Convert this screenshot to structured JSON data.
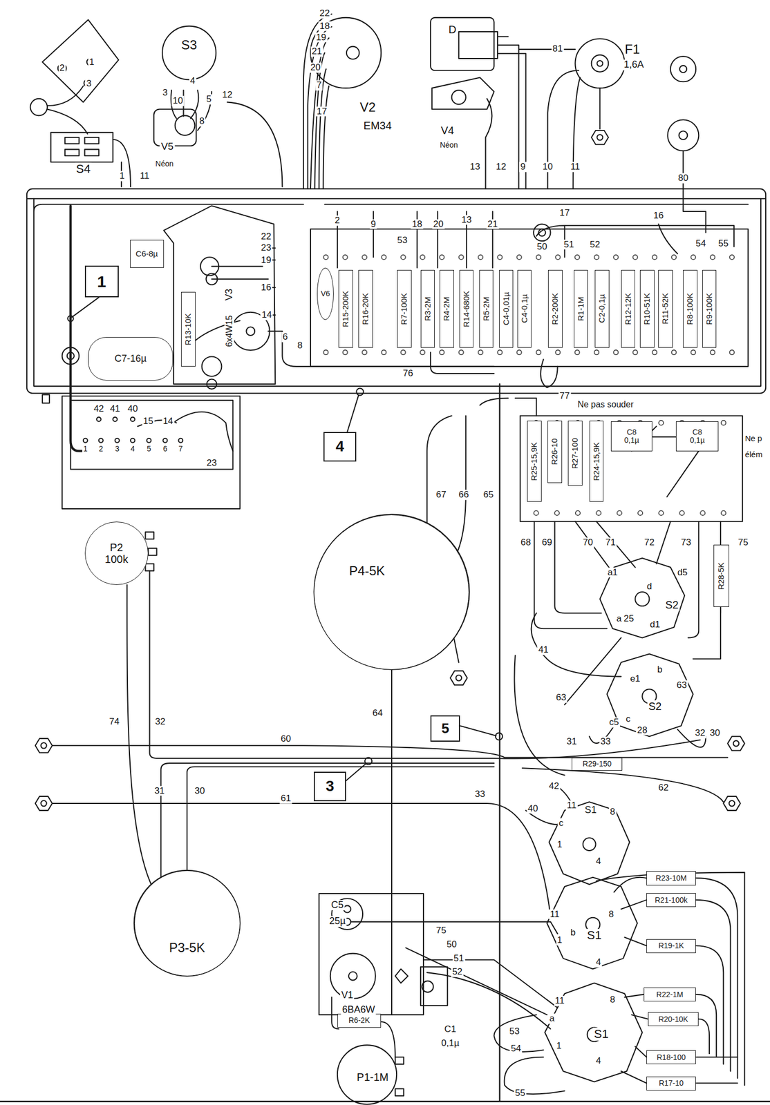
{
  "diagram": {
    "nodes": [
      {
        "text": [
          "1"
        ]
      },
      {
        "text": [
          "C6-8µ"
        ]
      },
      {
        "text": [
          "R13-10K"
        ]
      },
      {
        "text": [
          "C7-16µ"
        ]
      },
      {
        "text": [
          "V6"
        ]
      },
      {
        "text": [
          "R15-200K"
        ]
      },
      {
        "text": [
          "R16-20K"
        ]
      },
      {
        "text": [
          "R7-100K"
        ]
      },
      {
        "text": [
          "R3-2M"
        ]
      },
      {
        "text": [
          "R4-2M"
        ]
      },
      {
        "text": [
          "R14-680K"
        ]
      },
      {
        "text": [
          "R5-2M"
        ]
      },
      {
        "text": [
          "C4-0,01µ"
        ]
      },
      {
        "text": [
          "C4-0,1µ"
        ]
      },
      {
        "text": [
          "R2-200K"
        ]
      },
      {
        "text": [
          "R1-1M"
        ]
      },
      {
        "text": [
          "C2-0,1µ"
        ]
      },
      {
        "text": [
          "R12-12K"
        ]
      },
      {
        "text": [
          "R10-51K"
        ]
      },
      {
        "text": [
          "R11-52K"
        ]
      },
      {
        "text": [
          "R8-100K"
        ]
      },
      {
        "text": [
          "R9-100K"
        ]
      },
      {
        "text": [
          "4"
        ]
      },
      {
        "text": [
          "R25-15,9K"
        ]
      },
      {
        "text": [
          "R26-10"
        ]
      },
      {
        "text": [
          "R27-100"
        ]
      },
      {
        "text": [
          "R24-15,9K"
        ]
      },
      {
        "text": [
          "C8",
          "0,1µ"
        ]
      },
      {
        "text": [
          "C8",
          "0,1µ"
        ]
      },
      {
        "text": [
          "R28-5K"
        ]
      },
      {
        "text": [
          "P2",
          "100k"
        ]
      },
      {
        "text": [
          "P4-5K"
        ]
      },
      {
        "text": [
          "5"
        ]
      },
      {
        "text": [
          "3"
        ]
      },
      {
        "text": [
          "R29-150"
        ]
      },
      {
        "text": [
          "P3-5K"
        ]
      },
      {
        "text": [
          "R23-10M"
        ]
      },
      {
        "text": [
          "R21-100k"
        ]
      },
      {
        "text": [
          "R19-1K"
        ]
      },
      {
        "text": [
          "R22-1M"
        ]
      },
      {
        "text": [
          "R20-10K"
        ]
      },
      {
        "text": [
          "R18-100"
        ]
      },
      {
        "text": [
          "R17-10"
        ]
      },
      {
        "text": [
          "R6-2K"
        ]
      }
    ],
    "labels": [
      "2",
      "1",
      "3",
      "S4",
      "1",
      "11",
      "S3",
      "3",
      "4",
      "10",
      "5",
      "12",
      "8",
      "V5",
      "Néon",
      "22",
      "18",
      "19",
      "21",
      "20",
      "7",
      "17",
      "V2",
      "EM34",
      "D",
      "81",
      "F1",
      "1,6A",
      "V4",
      "Néon",
      "13",
      "12",
      "9",
      "10",
      "11",
      "80",
      "2",
      "9",
      "18",
      "20",
      "13",
      "21",
      "53",
      "17",
      "16",
      "50",
      "51",
      "52",
      "54",
      "55",
      "22",
      "23",
      "19",
      "16",
      "14",
      "6",
      "8",
      "V3",
      "6x4W15",
      "76",
      "42",
      "41",
      "40",
      "15",
      "14",
      "23",
      "1",
      "2",
      "3",
      "4",
      "5",
      "6",
      "7",
      "77",
      "Ne pas souder",
      "Ne p",
      "élém",
      "67",
      "66",
      "65",
      "68",
      "69",
      "70",
      "71",
      "72",
      "73",
      "75",
      "a1",
      "d",
      "d5",
      "S2",
      "a",
      "25",
      "d1",
      "41",
      "e1",
      "b",
      "63",
      "c5",
      "c",
      "S2",
      "28",
      "32",
      "30",
      "31",
      "33",
      "63",
      "62",
      "42",
      "40",
      "33",
      "64",
      "60",
      "61",
      "74",
      "32",
      "31",
      "30",
      "11",
      "S1",
      "8",
      "c",
      "1",
      "4",
      "11",
      "b",
      "S1",
      "8",
      "1",
      "4",
      "11",
      "a",
      "S1",
      "8",
      "1",
      "4",
      "C5",
      "25µ",
      "V1",
      "6BA6W",
      "75",
      "50",
      "51",
      "52",
      "C1",
      "0,1µ",
      "P1-1M",
      "53",
      "54",
      "55"
    ]
  }
}
